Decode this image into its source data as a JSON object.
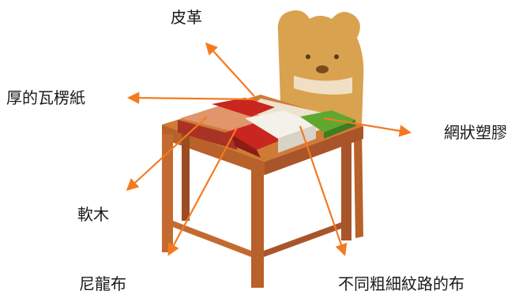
{
  "labels": {
    "leather": "皮革",
    "cardboard": "厚的瓦楞紙",
    "mesh_plastic": "網狀塑膠",
    "cork": "軟木",
    "nylon": "尼龍布",
    "textured_fabric": "不同粗細紋路的布"
  },
  "colors": {
    "arrow": "#f47a20",
    "wood": "#c8702e",
    "backrest": "#d9a24f",
    "red_block": "#c8261e",
    "white_block": "#f4f0ea",
    "green_block": "#5fa830",
    "cork_block": "#e0956a"
  }
}
